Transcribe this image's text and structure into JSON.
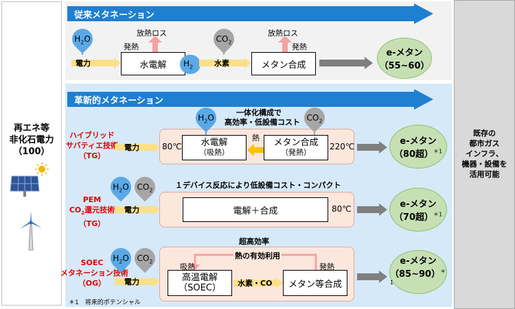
{
  "left": {
    "title_line1": "再エネ等",
    "title_line2": "非化石電力",
    "title_line3": "（100）"
  },
  "right": {
    "line1": "既存の",
    "line2": "都市ガス",
    "line3": "インフラ、",
    "line4": "機器・設備を",
    "line5": "活用可能"
  },
  "conventional": {
    "header": "従来メタネーション",
    "h2o": "H2O",
    "h2o_main": "H",
    "h2o_sub": "2",
    "h2o_end": "O",
    "power": "電力",
    "heat_release1": "発熱",
    "heat_loss1": "放熱ロス",
    "electrolysis": "水電解",
    "h2_main": "H",
    "h2_sub": "2",
    "hydrogen": "水素",
    "co2_main": "CO",
    "co2_sub": "2",
    "heat_loss2": "放熱ロス",
    "heat_release2": "発熱",
    "methane_synthesis": "メタン合成",
    "result_line1": "e-メタン",
    "result_line2": "（55~60）"
  },
  "innovative": {
    "header": "革新的メタネーション",
    "tg": {
      "name_line1": "ハイブリッド",
      "name_line2": "サバティエ技術",
      "name_line3": "（TG）",
      "note_line1": "一体化構成で",
      "note_line2": "高効率・低設備コスト",
      "h2o_main": "H",
      "h2o_sub": "2",
      "h2o_end": "O",
      "co2_main": "CO",
      "co2_sub": "2",
      "power": "電力",
      "temp_in": "80℃",
      "electrolysis": "水電解",
      "electrolysis_sub": "（吸熱）",
      "heat": "熱",
      "synthesis": "メタン合成",
      "synthesis_sub": "（発熱）",
      "temp_out": "220℃",
      "result_line1": "e-メタン",
      "result_line2": "（80超）",
      "result_note": "＊1"
    },
    "pem": {
      "name_line1": "PEM",
      "name_line2_main": "CO",
      "name_line2_sub": "2",
      "name_line2_end": "還元技術",
      "name_line3": "（TG）",
      "note": "１デバイス反応により低設備コスト・コンパクト",
      "h2o_main": "H",
      "h2o_sub": "2",
      "h2o_end": "O",
      "co2_main": "CO",
      "co2_sub": "2",
      "power": "電力",
      "process": "電解＋合成",
      "temp": "80℃",
      "result_line1": "e-メタン",
      "result_line2": "（70超）",
      "result_note": "＊1"
    },
    "soec": {
      "name_line1": "SOEC",
      "name_line2": "メタネーション技術",
      "name_line3": "（OG）",
      "note": "超高効率",
      "h2o_main": "H",
      "h2o_sub": "2",
      "h2o_end": "O",
      "co2_main": "CO",
      "co2_sub": "2",
      "power": "電力",
      "heat_use": "熱の有効利用",
      "heat_absorb": "吸熱",
      "heat_release": "発熱",
      "electrolysis_line1": "高温電解",
      "electrolysis_line2": "（SOEC）",
      "intermediate": "水素・CO",
      "synthesis": "メタン等合成",
      "result_line1": "e-メタン",
      "result_line2": "（85~90）",
      "result_note": "＊1"
    }
  },
  "footnote": "＊1　将来的ポテンシャル",
  "colors": {
    "blue_arrow": "#1f7fd0",
    "droplet_blue": "#5aa9e6",
    "droplet_gray": "#a6a6a6",
    "heat_red": "#f4a3a3",
    "result_green": "#c6e0b4",
    "power_yellow": "#fbe08a"
  },
  "icons": [
    "sun-icon",
    "solar-panel-icon",
    "wind-turbine-icon"
  ]
}
